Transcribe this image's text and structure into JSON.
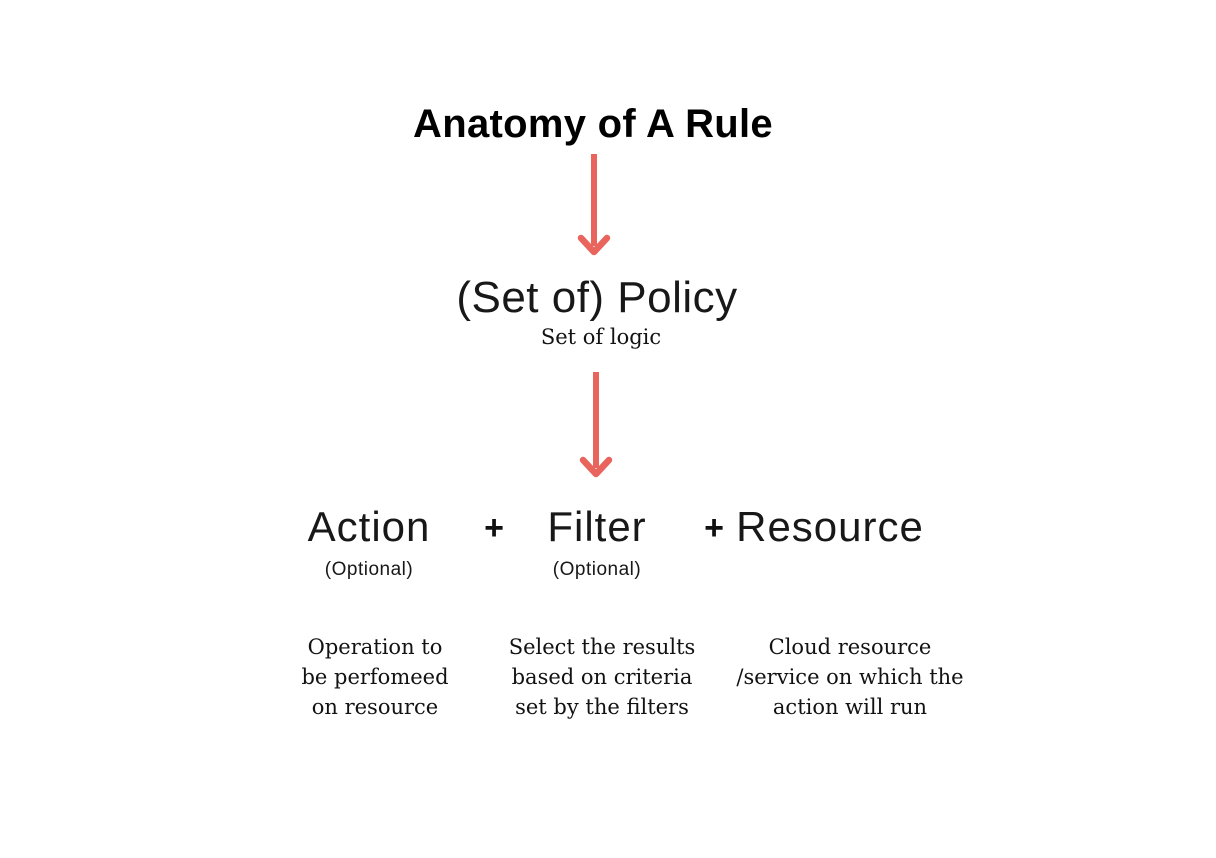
{
  "colors": {
    "background": "#ffffff",
    "arrow": "#e8645d",
    "title_text": "#000000",
    "body_text": "#121212"
  },
  "title": "Anatomy of A Rule",
  "policy": {
    "heading": "(Set of) Policy",
    "subtitle": "Set of logic"
  },
  "formula": {
    "plus": "+",
    "items": [
      {
        "label": "Action",
        "note": "(Optional)",
        "description": "Operation to\nbe perfomeed\non resource"
      },
      {
        "label": "Filter",
        "note": "(Optional)",
        "description": "Select the results\nbased on criteria\nset by the filters"
      },
      {
        "label": "Resource",
        "note": "",
        "description": "Cloud resource\n/service on which the\naction will run"
      }
    ]
  },
  "icons": {
    "arrow_1": "arrow-down-icon",
    "arrow_2": "arrow-down-icon"
  }
}
